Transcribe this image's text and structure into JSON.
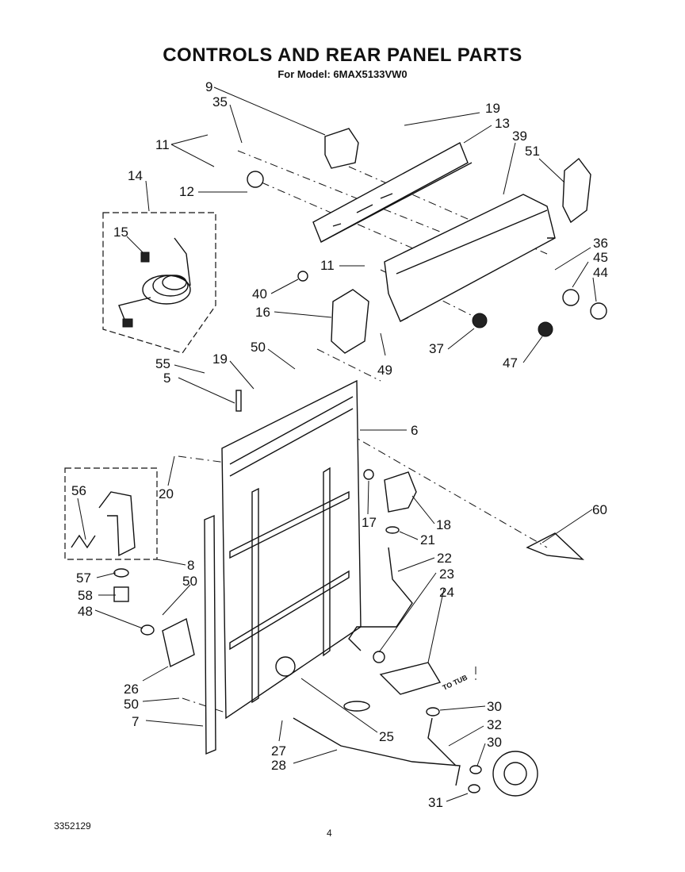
{
  "title": "CONTROLS AND REAR PANEL PARTS",
  "subtitle": "For Model: 6MAX5133VW0",
  "footer": {
    "doc_number": "3352129",
    "page_number": "4"
  },
  "tub_label": "TO TUB",
  "callouts": [
    "9",
    "35",
    "19",
    "13",
    "39",
    "51",
    "11",
    "12",
    "14",
    "15",
    "11",
    "36",
    "45",
    "44",
    "40",
    "16",
    "37",
    "47",
    "49",
    "50",
    "55",
    "19",
    "5",
    "6",
    "20",
    "56",
    "17",
    "18",
    "60",
    "21",
    "22",
    "23",
    "24",
    "8",
    "57",
    "50",
    "58",
    "48",
    "26",
    "50",
    "7",
    "25",
    "30",
    "32",
    "30",
    "27",
    "28",
    "31"
  ]
}
